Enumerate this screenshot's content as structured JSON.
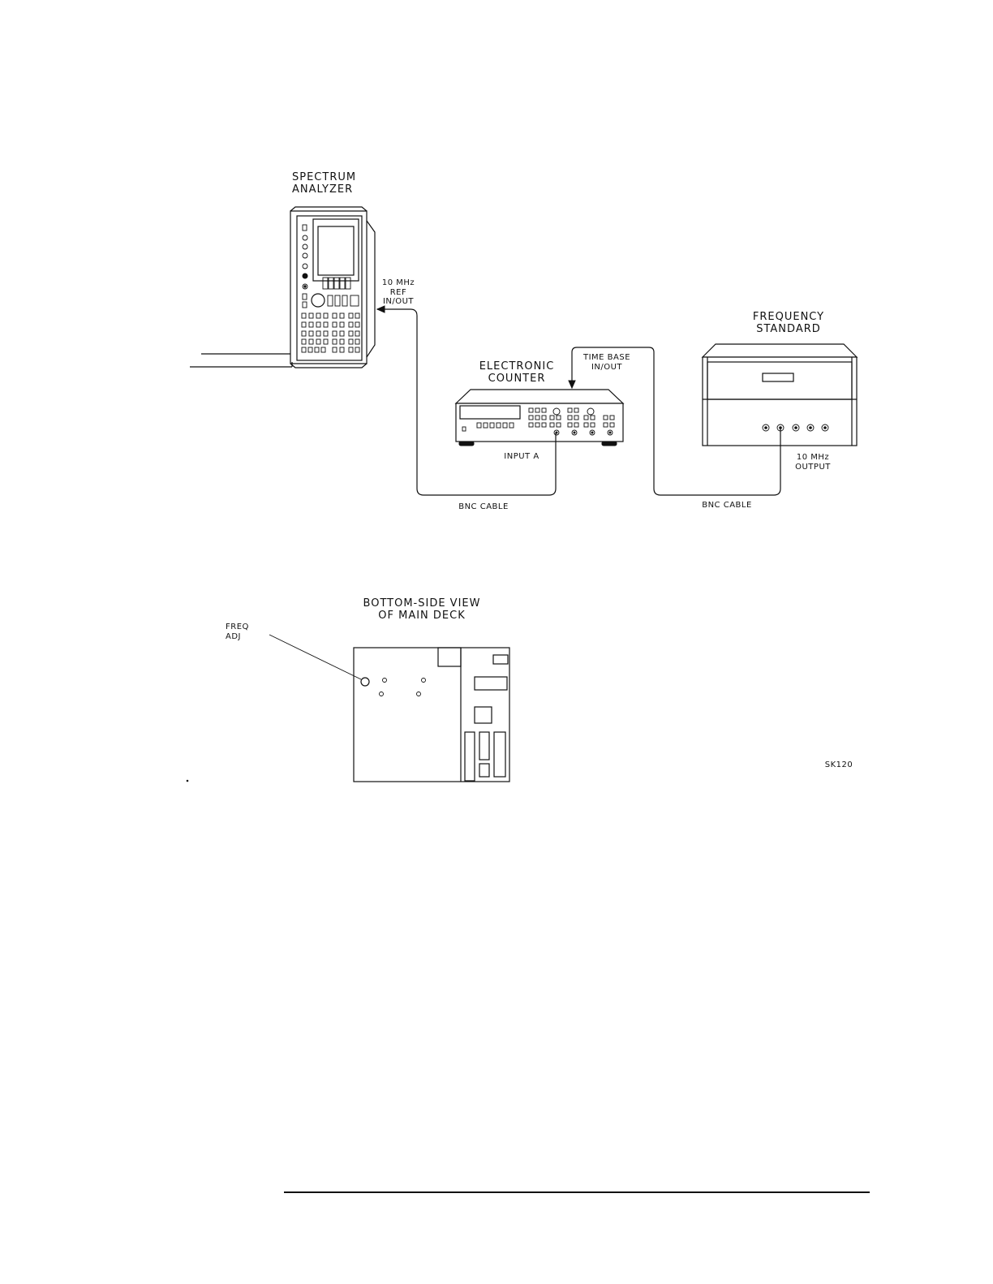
{
  "labels": {
    "spectrum_analyzer": "SPECTRUM\nANALYZER",
    "ref_in_out": "10 MHz\nREF\nIN/OUT",
    "electronic_counter": "ELECTRONIC\nCOUNTER",
    "time_base_in_out": "TIME BASE\nIN/OUT",
    "frequency_standard": "FREQUENCY\nSTANDARD",
    "input_a": "INPUT A",
    "output_10mhz": "10 MHz\nOUTPUT",
    "bnc_cable_left": "BNC CABLE",
    "bnc_cable_right": "BNC CABLE",
    "bottom_side_view": "BOTTOM-SIDE VIEW\nOF MAIN DECK",
    "freq_adj": "FREQ\nADJ",
    "figure_code": "SK120"
  }
}
